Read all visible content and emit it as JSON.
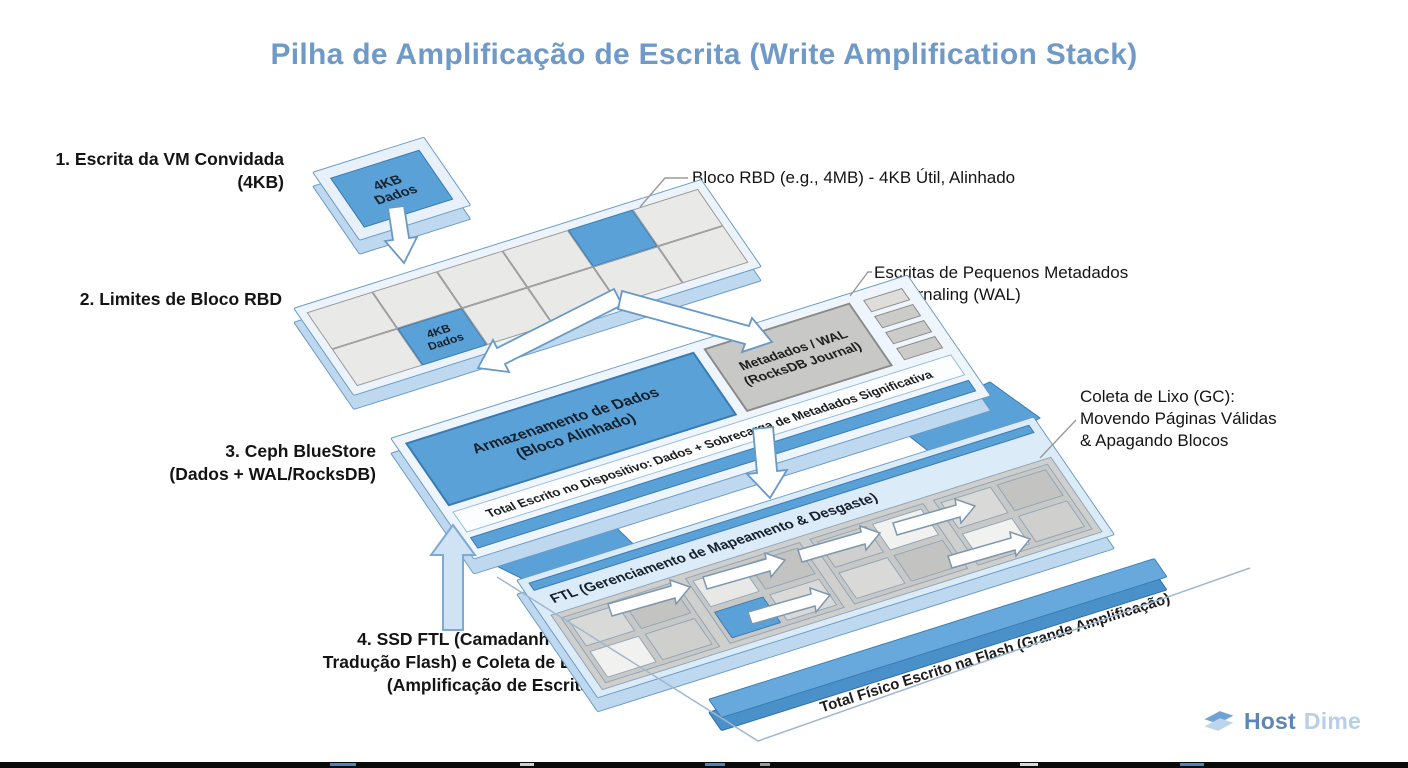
{
  "title": "Pilha de Amplificação de Escrita (Write Amplification Stack)",
  "left_labels": [
    {
      "text": "1. Escrita da VM Convidada\n(4KB)"
    },
    {
      "text": "2. Limites de Bloco RBD"
    },
    {
      "text": "3. Ceph BlueStore\n(Dados + WAL/RocksDB)"
    },
    {
      "text": "4. SSD FTL (Camadanho dos\nTradução Flash) e Coleta de Lixo\n(Amplificação de Escrita)"
    }
  ],
  "annotations": [
    {
      "text": "Bloco RBD (e.g., 4MB) - 4KB Útil, Alinhado"
    },
    {
      "text": "Escritas de Pequenos Metadados\n& Journaling (WAL)"
    },
    {
      "text": "Coleta de Lixo (GC):\nMovendo Páginas Válidas\n& Apagando Blocos"
    }
  ],
  "layers": {
    "guest_chip": {
      "label": "4KB\nDados"
    },
    "rbd_grid": {
      "highlight_label": "4KB\nDados"
    },
    "bluestore": {
      "data_block": "Armazenamento de Dados\n(Bloco Alinhado)",
      "wal_block": "Metadados / WAL\n(RocksDB Journal)",
      "edge_note": "Total Escrito no Dispositivo: Dados + Sobrecarga de Metadados Significativa"
    },
    "ssd_ftl": {
      "band_label": "FTL (Gerenciamento de Mapeamento & Desgaste)",
      "edge_note": "Total Físico Escrito na Flash (Grande Amplificação)"
    }
  },
  "logo": {
    "part1": "Host",
    "part2": "Dime"
  },
  "colors": {
    "accent_blue": "#5aa1d8",
    "plate_blue": "#d9e8f7",
    "title_blue": "#6f9ac8"
  }
}
